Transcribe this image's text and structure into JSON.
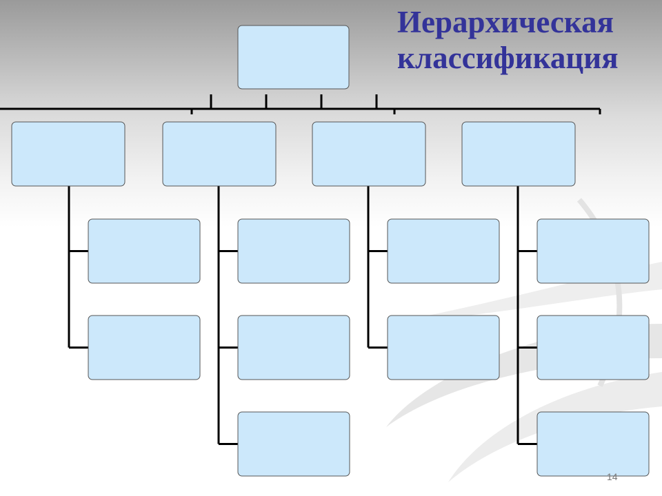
{
  "slide": {
    "title_lines": [
      "Иерархическая",
      "классификация"
    ],
    "page_number": "14"
  },
  "colors": {
    "title": "#333399",
    "box_fill": "#cce8fb",
    "box_stroke": "#555555",
    "connector": "#000000"
  },
  "tree": {
    "root": "",
    "children": [
      {
        "label": "",
        "children": [
          "",
          ""
        ]
      },
      {
        "label": "",
        "children": [
          "",
          "",
          ""
        ]
      },
      {
        "label": "",
        "children": [
          "",
          ""
        ]
      },
      {
        "label": "",
        "children": [
          "",
          "",
          ""
        ]
      }
    ]
  }
}
